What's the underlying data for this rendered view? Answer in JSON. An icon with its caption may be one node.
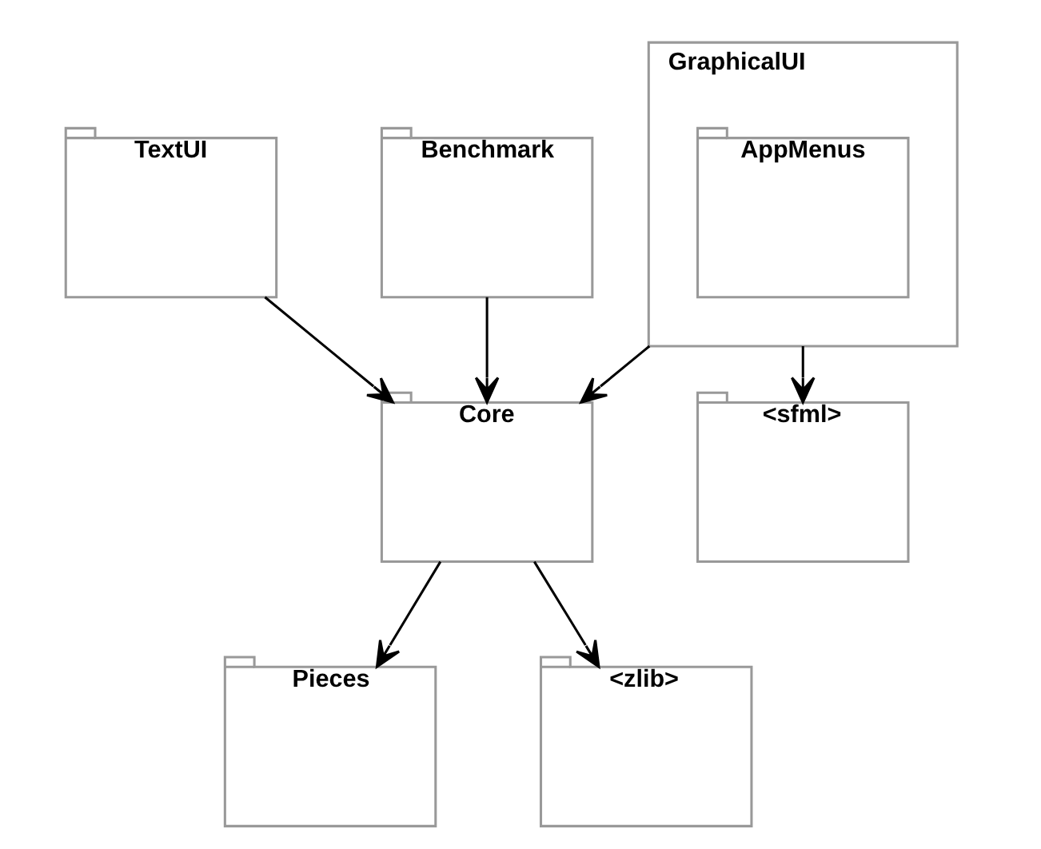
{
  "diagram": {
    "nodes": [
      {
        "text": [
          "TextUI"
        ]
      },
      {
        "text": [
          "Benchmark"
        ]
      },
      {
        "text": [
          "GraphicalUI"
        ]
      },
      {
        "text": [
          "Pieces"
        ]
      },
      {
        "text": [
          "Core"
        ]
      },
      {
        "text": [
          "AppMenus"
        ],
        "in": 2
      },
      {
        "text": [
          "<zlib>"
        ]
      },
      {
        "text": [
          "<sfml>"
        ]
      }
    ],
    "edges": [
      {
        "from": 0,
        "to": 4,
        "arrow": "to"
      },
      {
        "from": 1,
        "to": 4,
        "arrow": "to"
      },
      {
        "from": 4,
        "to": 3,
        "arrow": "to"
      },
      {
        "from": 2,
        "to": 4,
        "arrow": "to"
      },
      {
        "from": 4,
        "to": 6,
        "arrow": "to"
      },
      {
        "from": 2,
        "to": 7,
        "arrow": "to"
      }
    ]
  }
}
